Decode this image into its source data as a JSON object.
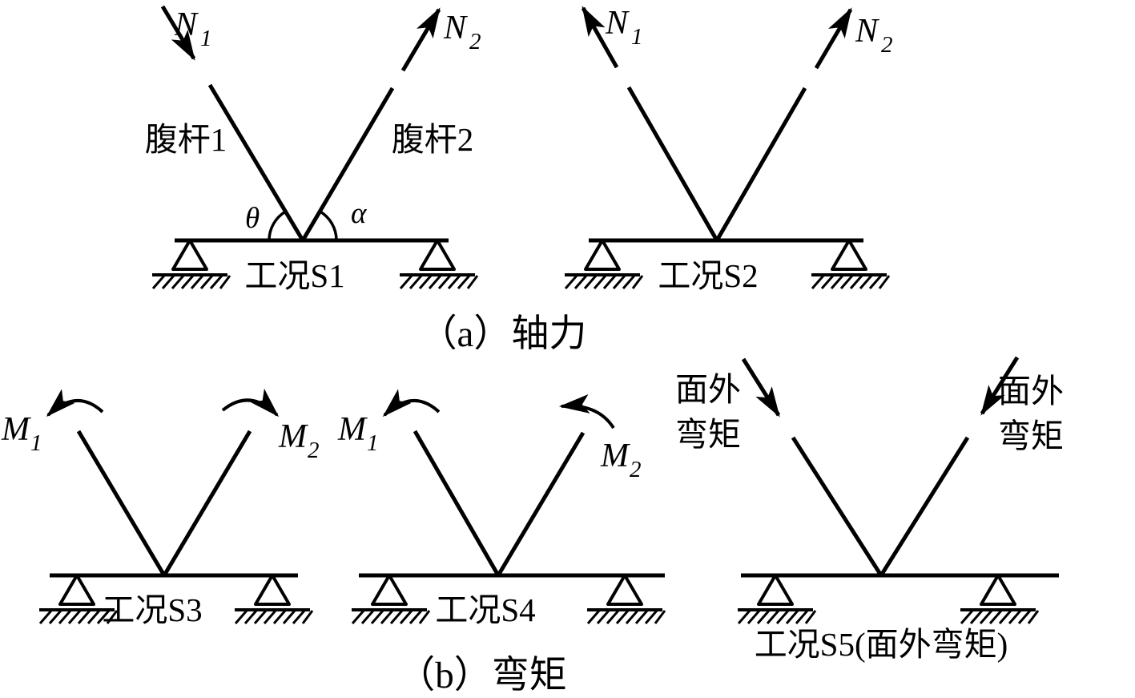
{
  "figure": {
    "ink_color": "#000000",
    "background_color": "#ffffff",
    "caption_a": "（a）轴力",
    "caption_b": "（b）弯矩"
  },
  "s1": {
    "case_label": "工况S1",
    "force1": "N",
    "force1_sub": "1",
    "force2": "N",
    "force2_sub": "2",
    "member1_label": "腹杆1",
    "member2_label": "腹杆2",
    "angle_theta": "θ",
    "angle_alpha": "α"
  },
  "s2": {
    "case_label": "工况S2",
    "force1": "N",
    "force1_sub": "1",
    "force2": "N",
    "force2_sub": "2"
  },
  "s3": {
    "case_label": "工况S3",
    "moment1": "M",
    "moment1_sub": "1",
    "moment2": "M",
    "moment2_sub": "2"
  },
  "s4": {
    "case_label": "工况S4",
    "moment1": "M",
    "moment1_sub": "1",
    "moment2": "M",
    "moment2_sub": "2"
  },
  "s5": {
    "case_label": "工况S5(面外弯矩)",
    "left_note_line1": "面外",
    "left_note_line2": "弯矩",
    "right_note_line1": "面外",
    "right_note_line2": "弯矩"
  }
}
